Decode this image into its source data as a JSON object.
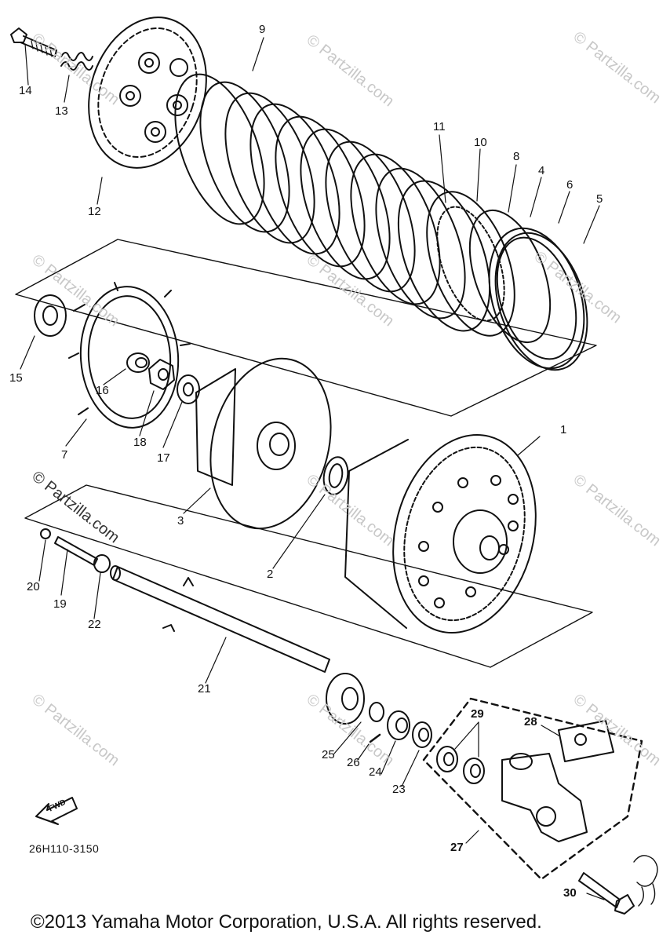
{
  "callouts": [
    "1",
    "2",
    "3",
    "4",
    "5",
    "6",
    "7",
    "8",
    "9",
    "10",
    "11",
    "12",
    "13",
    "14",
    "15",
    "16",
    "17",
    "18",
    "19",
    "20",
    "21",
    "22",
    "23",
    "24",
    "25",
    "26",
    "27",
    "28",
    "29",
    "30"
  ],
  "drawing_code": "26H110-3150",
  "copyright": "©2013 Yamaha Motor Corporation, U.S.A. All rights reserved.",
  "watermark": "© Partzilla.com",
  "fwd_label": "FWD",
  "colors": {
    "ink": "#111111",
    "watermark": "#c8c8c8",
    "background": "#ffffff"
  }
}
